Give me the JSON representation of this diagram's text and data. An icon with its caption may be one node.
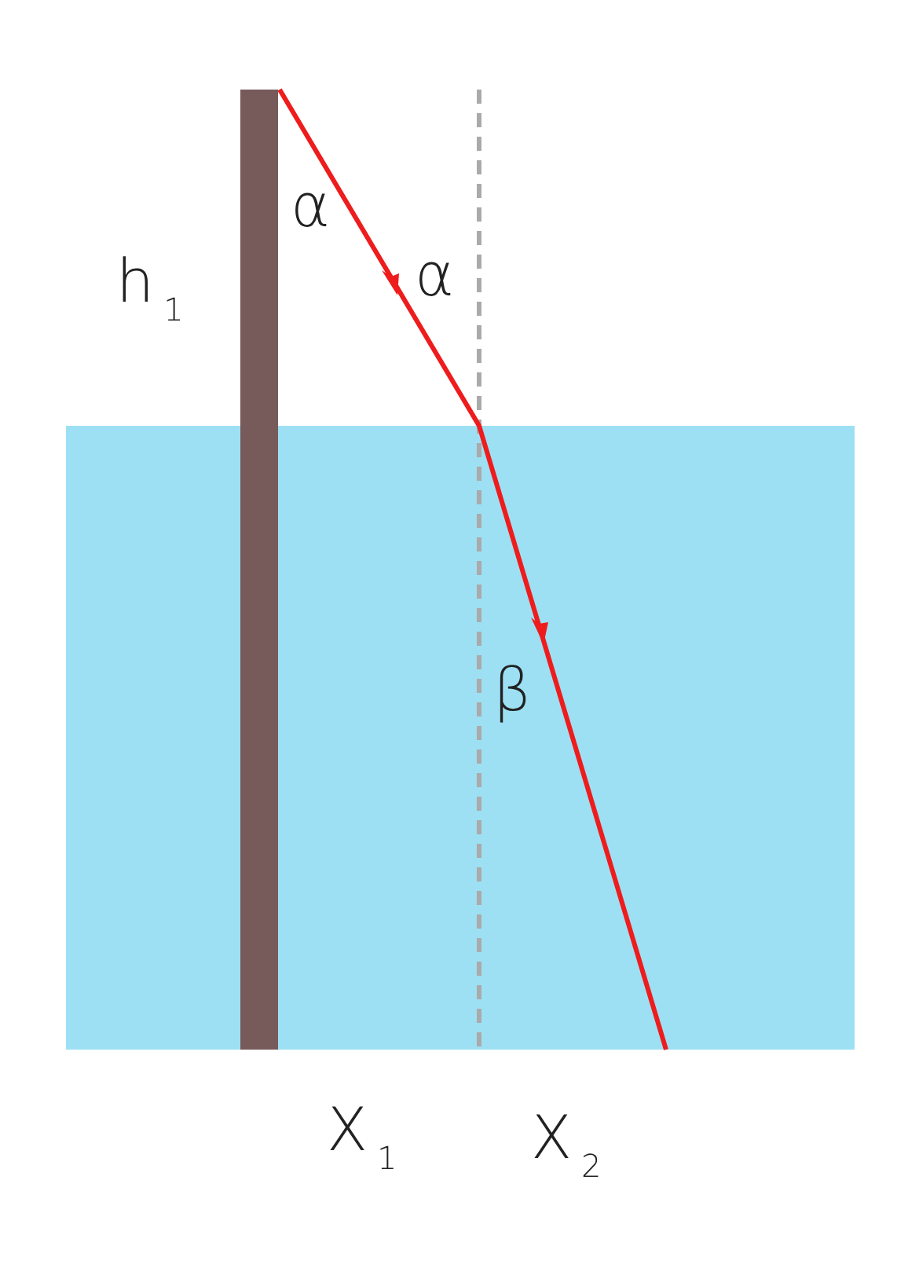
{
  "diagram": {
    "nodes": [
      {
        "text": [],
        "shape": "bar"
      }
    ],
    "labels": [
      "α",
      "h$_{1}$",
      "α",
      "β",
      "X$_{1}$",
      "X$_{2}$"
    ]
  }
}
